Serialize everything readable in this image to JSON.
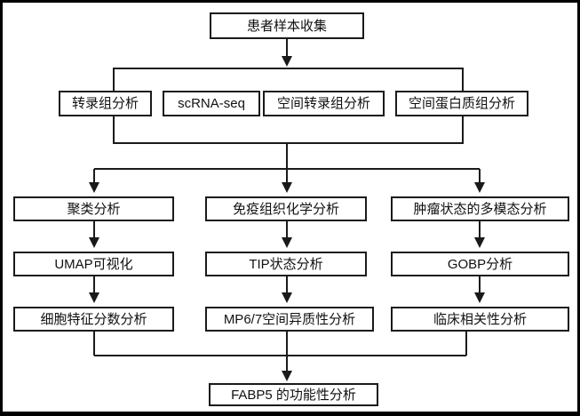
{
  "diagram": {
    "type": "flowchart",
    "colors": {
      "line": "#1a1a1a",
      "box_border": "#1a1a1a",
      "box_bg": "#ffffff",
      "page_border": "#000000"
    },
    "nodes": {
      "top": {
        "label": "患者样本收集"
      },
      "row2": [
        {
          "label": "转录组分析"
        },
        {
          "label": "scRNA-seq"
        },
        {
          "label": "空间转录组分析"
        },
        {
          "label": "空间蛋白质组分析"
        }
      ],
      "col1": [
        {
          "label": "聚类分析"
        },
        {
          "label": "UMAP可视化"
        },
        {
          "label": "细胞特征分数分析"
        }
      ],
      "col2": [
        {
          "label": "免疫组织化学分析"
        },
        {
          "label": "TIP状态分析"
        },
        {
          "label": "MP6/7空间异质性分析"
        }
      ],
      "col3": [
        {
          "label": "肿瘤状态的多模态分析"
        },
        {
          "label": "GOBP分析"
        },
        {
          "label": "临床相关性分析"
        }
      ],
      "bottom": {
        "label": "FABP5 的功能性分析"
      }
    }
  }
}
